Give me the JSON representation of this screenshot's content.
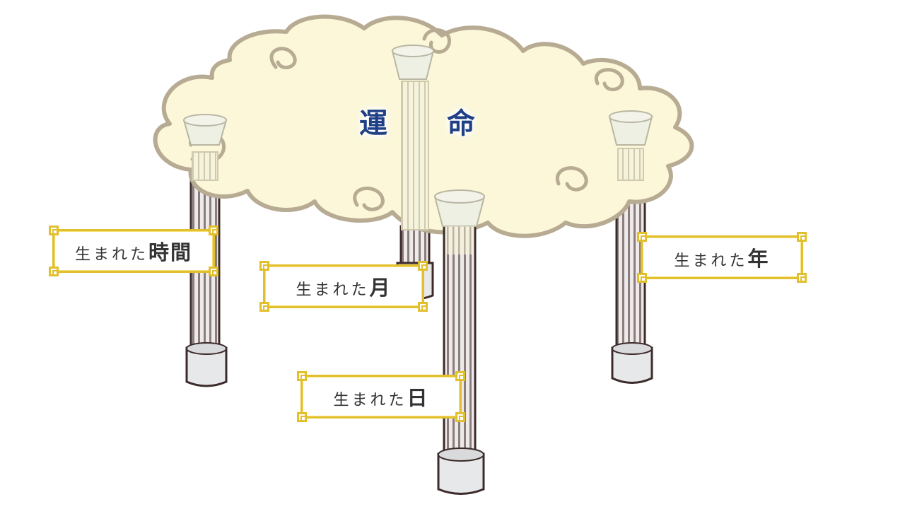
{
  "title": {
    "char1": "運",
    "char2": "命"
  },
  "signs": {
    "hour": {
      "prefix": "生まれた",
      "emph": "時間"
    },
    "month": {
      "prefix": "生まれた",
      "emph": "月"
    },
    "year": {
      "prefix": "生まれた",
      "emph": "年"
    },
    "day": {
      "prefix": "生まれた",
      "emph": "日"
    }
  },
  "colors": {
    "cloud_fill": "#fbf7d8",
    "cloud_stroke": "#b8ab93",
    "pillar_dark": "#8b7d7d",
    "pillar_light": "#ede8e8",
    "pillar_outline": "#3d2b2b",
    "base_fill": "#e7e8ea",
    "sign_border": "#e2bf2c",
    "title_text": "#1f3f86"
  }
}
